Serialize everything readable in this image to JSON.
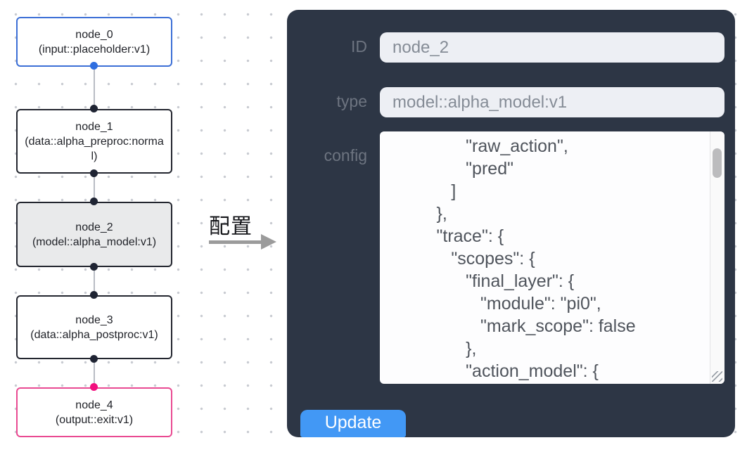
{
  "flow": {
    "nodes": [
      {
        "title": "node_0",
        "subtitle": "(input::placeholder:v1)"
      },
      {
        "title": "node_1",
        "subtitle": "(data::alpha_preproc:normal)"
      },
      {
        "title": "node_2",
        "subtitle": "(model::alpha_model:v1)"
      },
      {
        "title": "node_3",
        "subtitle": "(data::alpha_postproc:v1)"
      },
      {
        "title": "node_4",
        "subtitle": "(output::exit:v1)"
      }
    ]
  },
  "transition": {
    "label": "配置"
  },
  "panel": {
    "id_label": "ID",
    "id_value": "node_2",
    "type_label": "type",
    "type_value": "model::alpha_model:v1",
    "config_label": "config",
    "config_lines": [
      "               \"raw_action\",",
      "               \"pred\"",
      "            ]",
      "         },",
      "         \"trace\": {",
      "            \"scopes\": {",
      "               \"final_layer\": {",
      "                  \"module\": \"pi0\",",
      "                  \"mark_scope\": false",
      "               },",
      "               \"action_model\": {"
    ],
    "update_label": "Update"
  },
  "colors": {
    "panel_bg": "#2d3645",
    "accent_blue": "#4298f5",
    "input_node_border": "#3c6fd6",
    "output_node_border": "#e94a92",
    "selected_node_bg": "#e9eaeb",
    "port_dark": "#1f2433",
    "port_blue": "#2e6ee0",
    "port_pink": "#f2107e",
    "grid_dot": "#c8cbd1"
  }
}
